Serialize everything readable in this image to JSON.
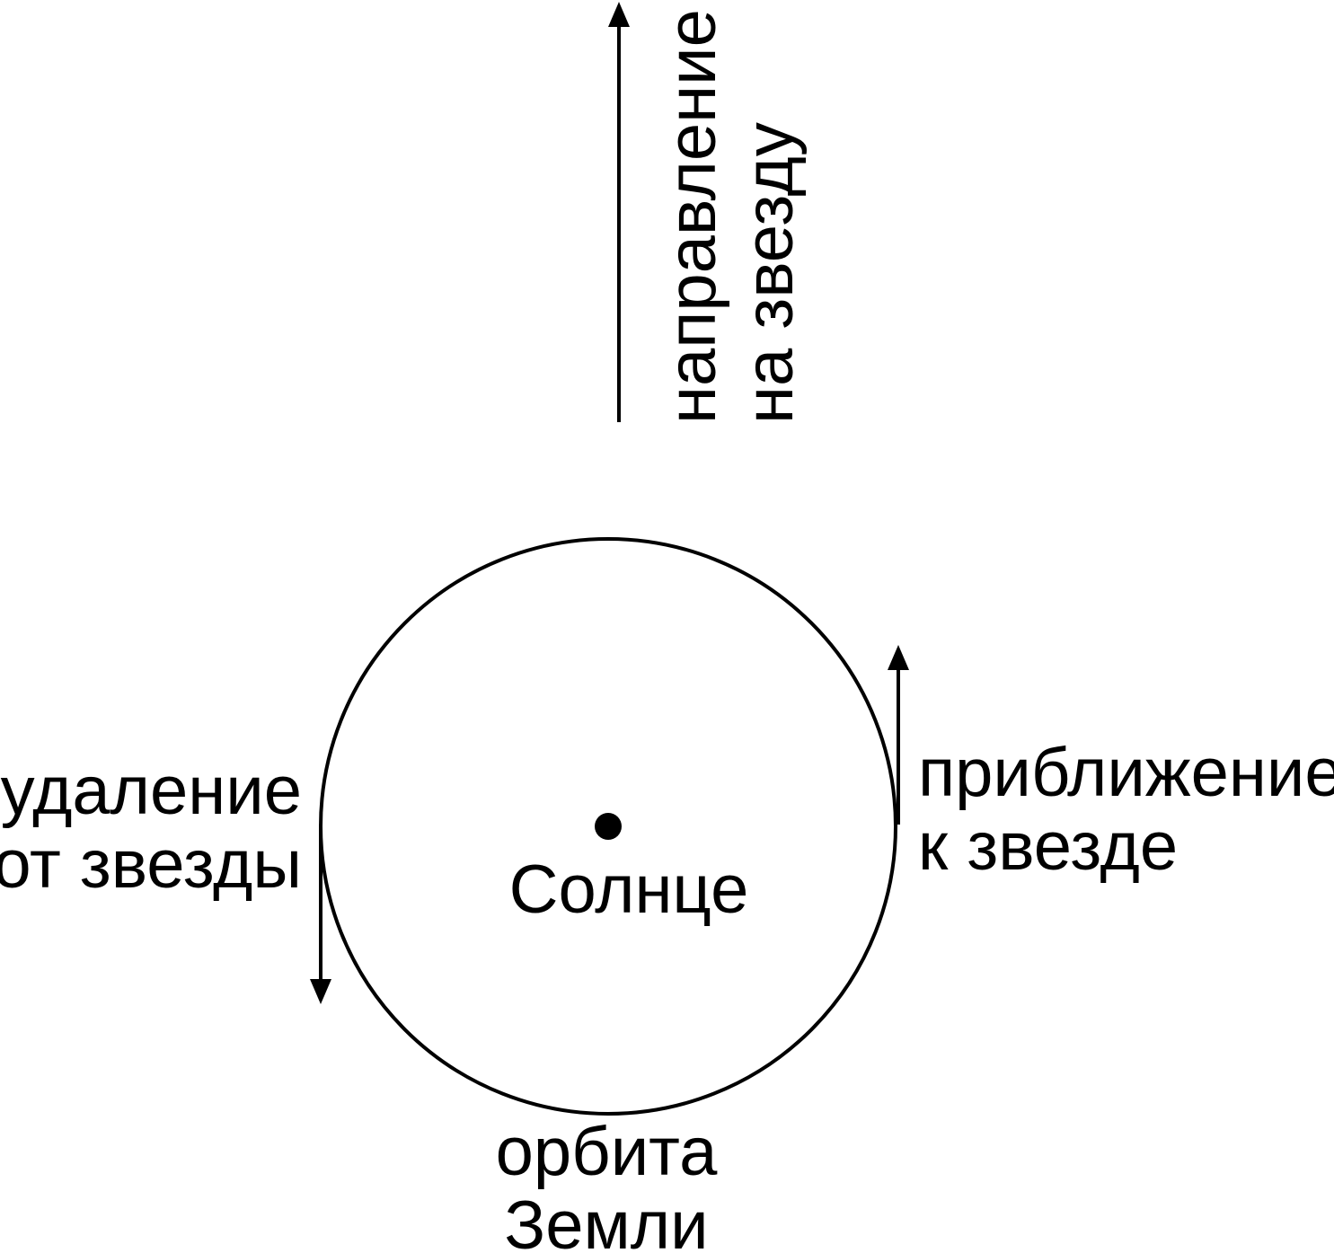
{
  "diagram": {
    "star_direction": {
      "lines": [
        "направление",
        "на звезду"
      ]
    },
    "sun": {
      "label": "Солнце"
    },
    "orbit": {
      "lines": [
        "орбита",
        "Земли"
      ]
    },
    "receding": {
      "lines": [
        "удаление",
        "от звезды"
      ]
    },
    "approaching": {
      "lines": [
        "приближение",
        "к звезде"
      ]
    }
  },
  "colors": {
    "ink": "#000000",
    "background": "#ffffff"
  }
}
